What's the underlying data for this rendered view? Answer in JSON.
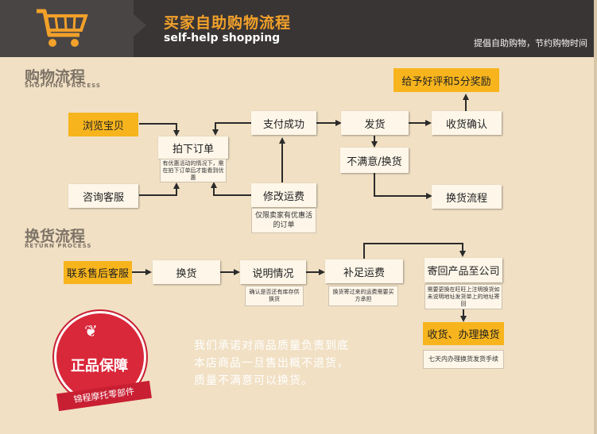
{
  "header": {
    "title": "买家自助购物流程",
    "subtitle": "self-help shopping",
    "slogan": "提倡自助购物，节约购物时间"
  },
  "shopping": {
    "title": "购物流程",
    "subtitle": "SHOPPING PROCESS",
    "browse": "浏览宝贝",
    "consult": "咨询客服",
    "order": "拍下订单",
    "order_note": "有优惠活动的情况下，需在拍下订单后才能看到优惠",
    "pay": "支付成功",
    "modify": "修改运费",
    "modify_note": "仅限卖家有优惠活的订单",
    "ship": "发货",
    "confirm": "收货确认",
    "review": "给予好评和5分奖励",
    "unsatisfied": "不满意/换货",
    "exchange_flow": "换货流程"
  },
  "returns": {
    "title": "换货流程",
    "subtitle": "RETURN PROCESS",
    "contact": "联系售后客服",
    "exchange": "换货",
    "explain": "说明情况",
    "explain_note": "确认是否还有库存供换货",
    "freight": "补足运费",
    "freight_note": "换货寄过来的运费需要买方承担",
    "send_back": "寄回产品至公司",
    "send_back_note": "需要更换在旺旺上注明换货如未说明地址发货单上的地址寄回",
    "receive": "收货、办理换货",
    "receive_note": "七天内办理换货发货手续"
  },
  "promise": {
    "line1": "我们承诺对商品质量负责到底",
    "line2": "本店商品一旦售出概不退货，",
    "line3": "质量不满意可以换货。"
  },
  "seal": {
    "main": "正品保障",
    "ribbon": "锦程摩托零部件"
  },
  "colors": {
    "header_bg": "#3a3535",
    "accent": "#f2a12a",
    "box_yellow": "#f7b41d",
    "box_white": "#fdf6e9",
    "background": "#f1e0c4",
    "seal_red": "#d9283a"
  }
}
